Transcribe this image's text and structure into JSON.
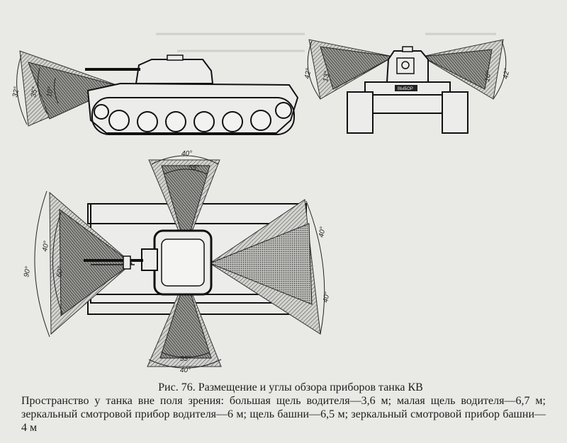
{
  "caption": {
    "title": "Рис. 76. Размещение и углы обзора приборов танка КВ",
    "text": "Пространство у танка вне поля зрения: большая щель водителя—3,6 м; малая щель водителя—6,7 м; зеркальный смотровой прибор водителя—6 м; щель башни—6,5 м; зеркальный смотровой прибор башни—4 м"
  },
  "side_view": {
    "angles": [
      "32°",
      "35°",
      "10°"
    ]
  },
  "front_view": {
    "angles": [
      "42°",
      "13°",
      "16°",
      "42°"
    ],
    "plate_text": "ВЫБОР"
  },
  "top_view": {
    "angles": {
      "rear_outer": "40°",
      "rear_inner": "55°",
      "front_outer": "40°",
      "front_inner": "55°",
      "right_outer": "90°",
      "right_mid": "40°",
      "right_inner": "60°",
      "left_upper": "40°",
      "left_lower": "40°"
    }
  },
  "colors": {
    "ink": "#1c1c1c",
    "paper": "#e9e9e6",
    "hatch": "#555555"
  }
}
